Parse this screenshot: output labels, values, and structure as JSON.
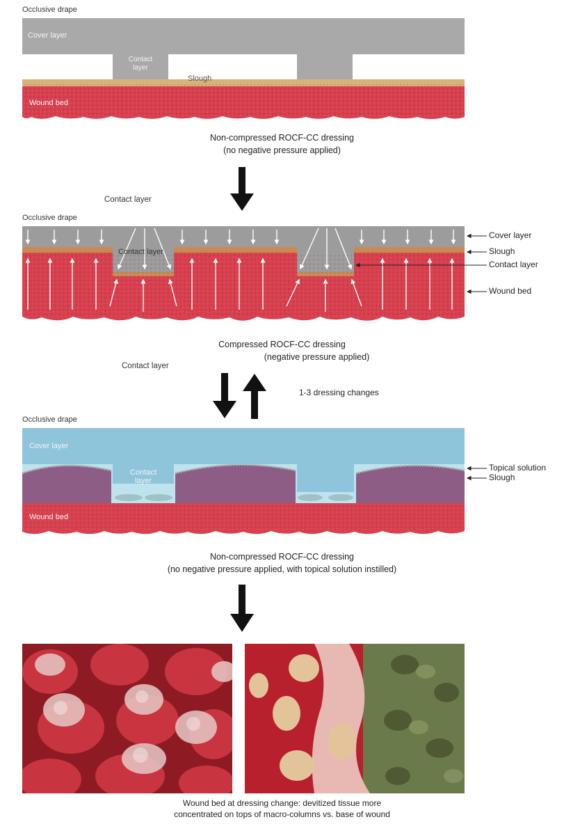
{
  "panel1": {
    "drape_label": "Occlusive drape",
    "cover_label": "Cover layer",
    "contact_label": "Contact\nlayer",
    "slough_label": "Slough",
    "wound_label": "Wound bed",
    "caption_line1": "Non-compressed ROCF-CC dressing",
    "caption_line2": "(no negative pressure applied)"
  },
  "panel2": {
    "floating_contact_label": "Contact layer",
    "drape_label": "Occlusive drape",
    "contact_label": "Contact layer",
    "side_labels": [
      "Cover layer",
      "Slough",
      "Contact layer",
      "Wound bed"
    ],
    "caption_line1": "Compressed ROCF-CC dressing",
    "caption_line2": "(negative pressure applied)",
    "floating_contact_label_2": "Contact layer"
  },
  "arrows": {
    "changes_label": "1-3 dressing changes"
  },
  "panel3": {
    "drape_label": "Occlusive drape",
    "cover_label": "Cover layer",
    "contact_label": "Contact\nlayer",
    "wound_label": "Wound bed",
    "side_labels": [
      "Topical solution",
      "Slough"
    ],
    "caption_line1": "Non-compressed ROCF-CC dressing",
    "caption_line2": "(no negative pressure applied, with topical solution instilled)"
  },
  "photos": {
    "caption_line1": "Wound bed at dressing change: devitized tissue more",
    "caption_line2": "concentrated on tops of macro-columns vs. base of wound"
  },
  "colors": {
    "cover_gray": "#a9a9a9",
    "wound_red": "#d7404f",
    "slough_tan": "#d9b27a",
    "cover_blue": "#8fc5da",
    "solution_blue": "#bfe3ee",
    "slough_purple": "#8e5d86"
  }
}
